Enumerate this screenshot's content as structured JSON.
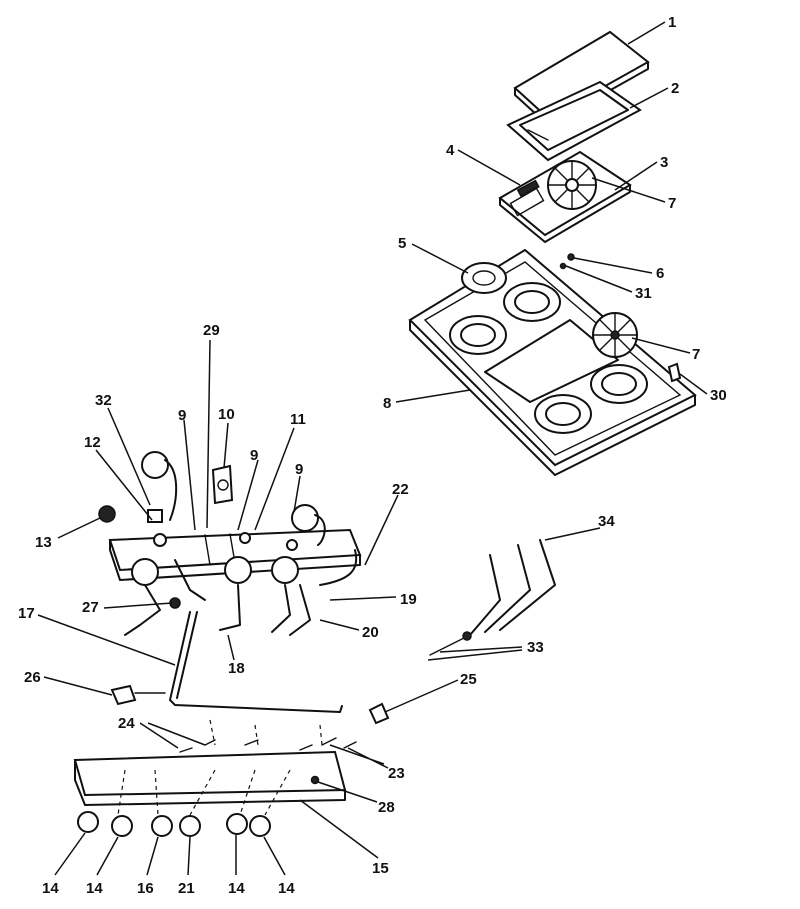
{
  "diagram": {
    "labels": {
      "l1": "1",
      "l2": "2",
      "l3": "3",
      "l4": "4",
      "l5": "5",
      "l6": "6",
      "l7a": "7",
      "l7b": "7",
      "l8": "8",
      "l9a": "9",
      "l9b": "9",
      "l9c": "9",
      "l10": "10",
      "l11": "11",
      "l12": "12",
      "l13": "13",
      "l14a": "14",
      "l14b": "14",
      "l14c": "14",
      "l14d": "14",
      "l15": "15",
      "l16": "16",
      "l17": "17",
      "l18": "18",
      "l19": "19",
      "l20": "20",
      "l21": "21",
      "l22": "22",
      "l23": "23",
      "l24": "24",
      "l25": "25",
      "l26": "26",
      "l27": "27",
      "l28": "28",
      "l29": "29",
      "l30": "30",
      "l31": "31",
      "l32": "32",
      "l33": "33",
      "l34": "34"
    }
  }
}
